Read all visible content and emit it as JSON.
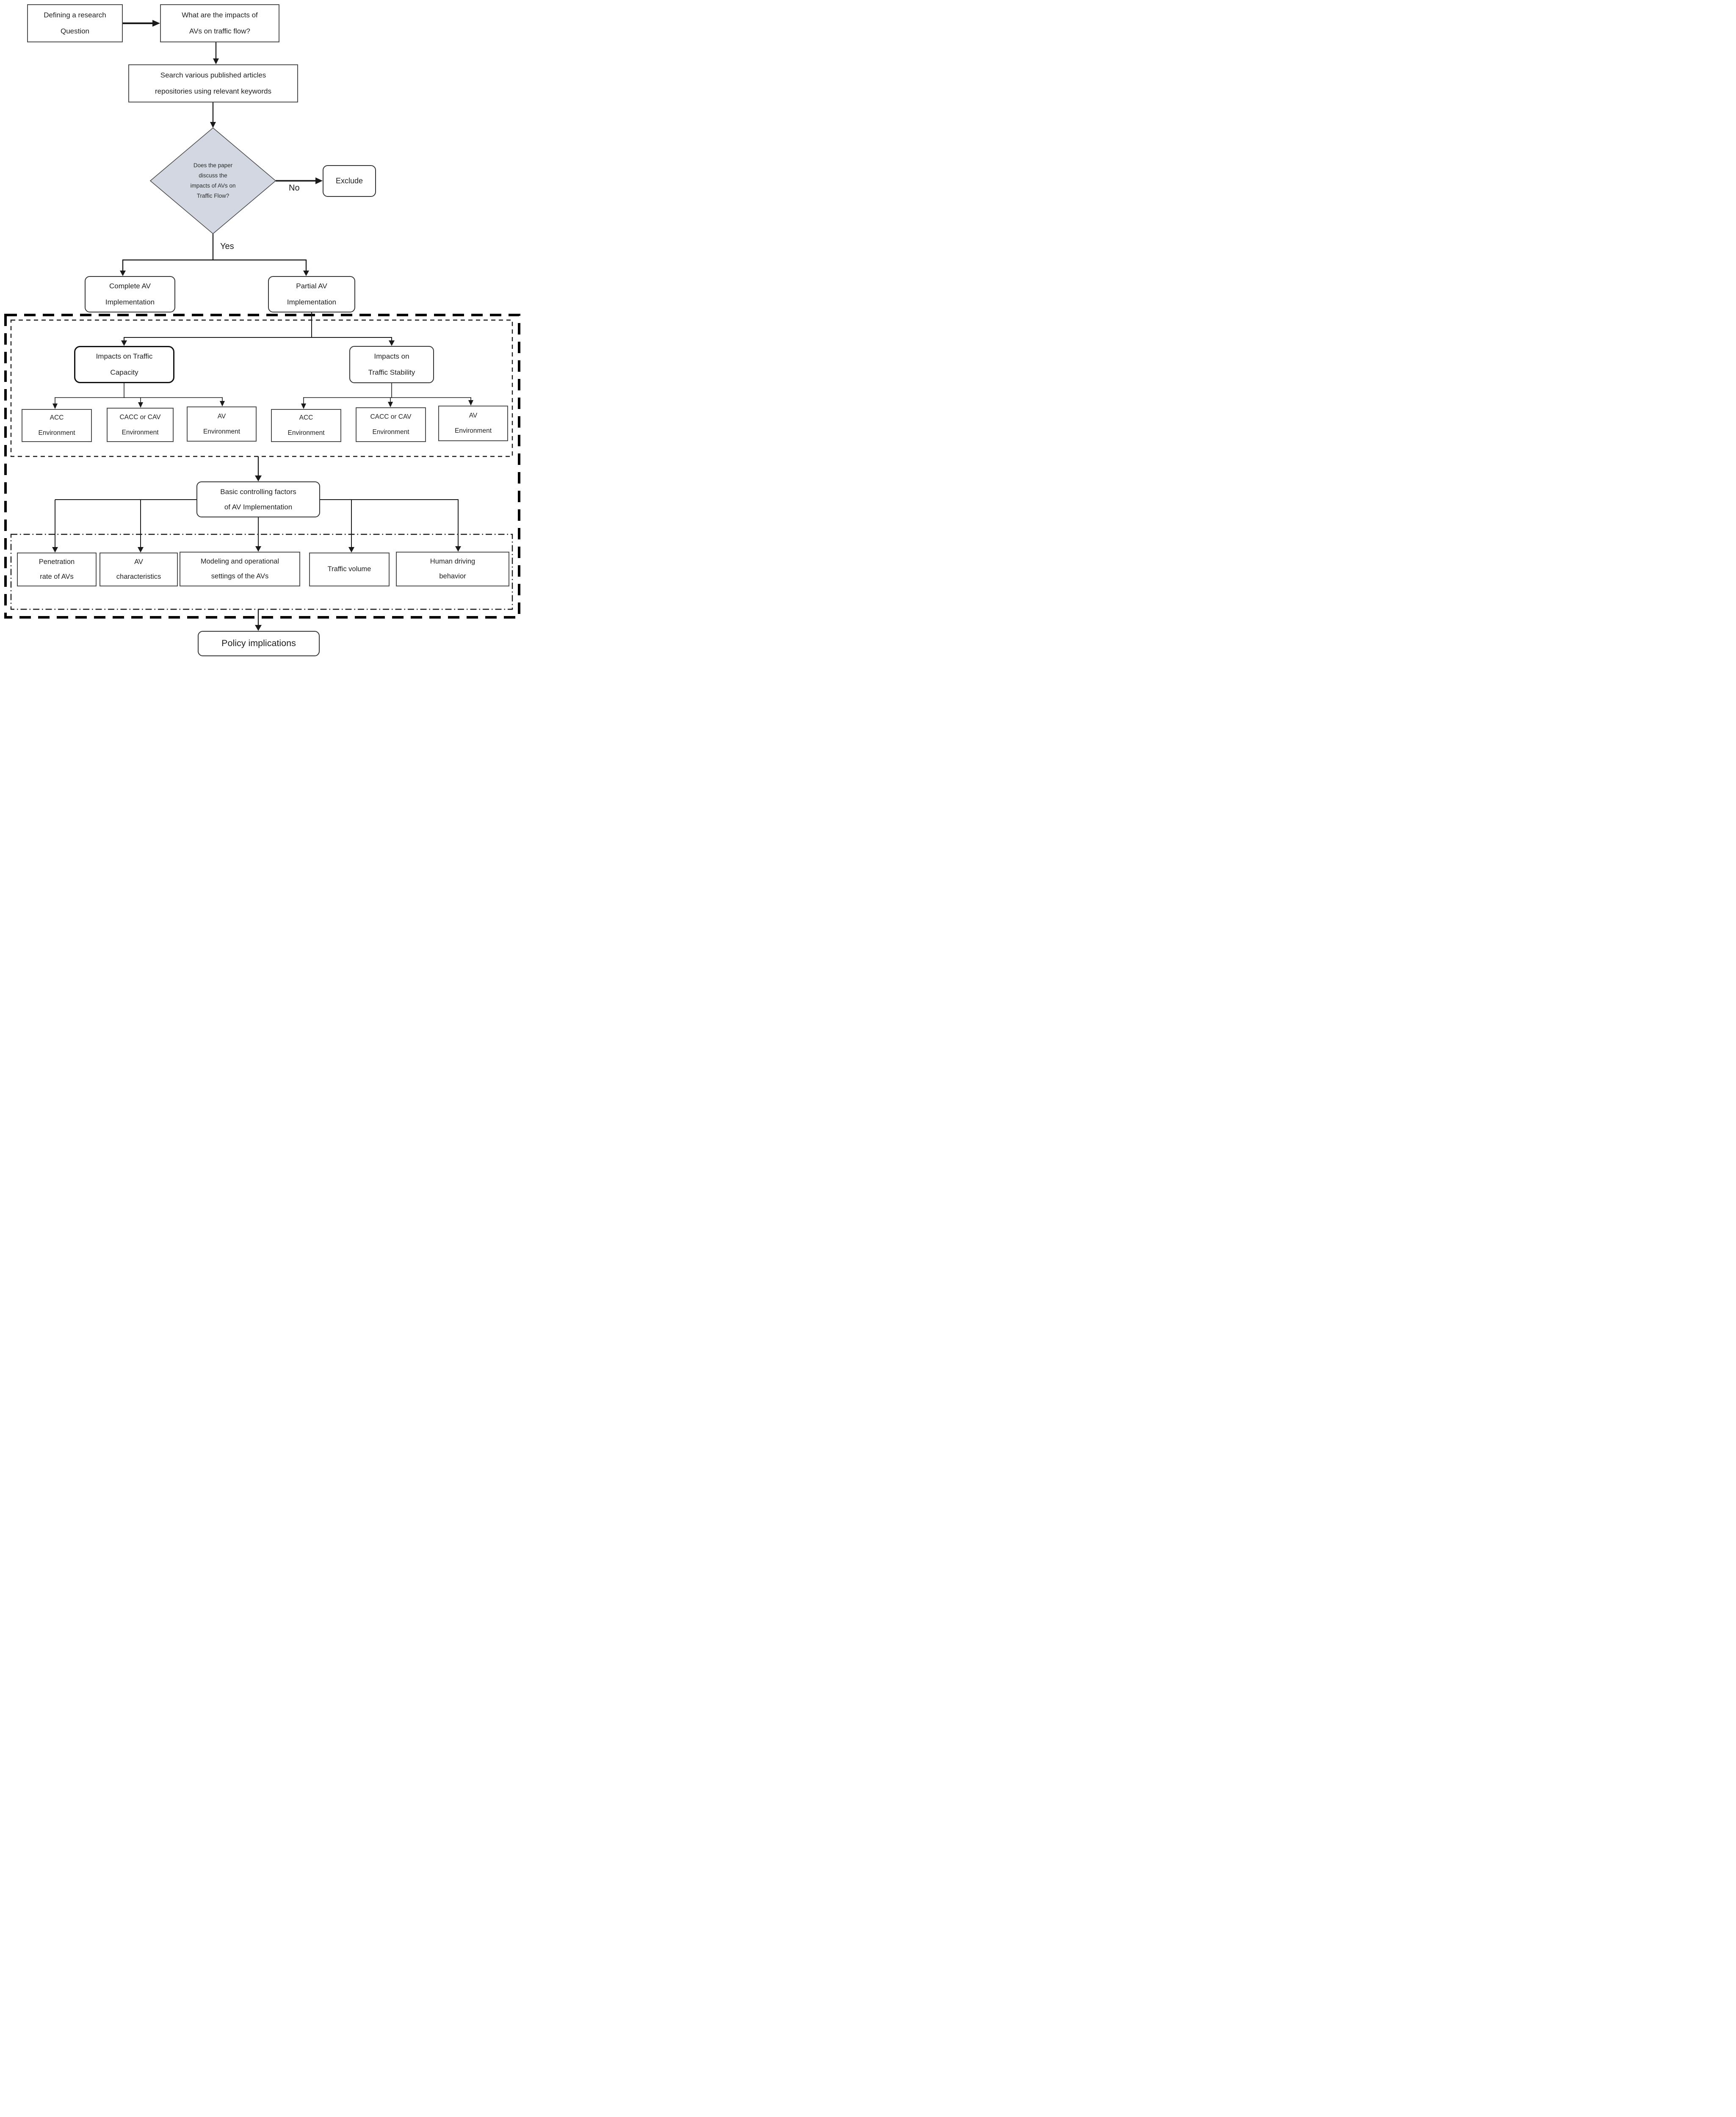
{
  "nodes": {
    "define": "Defining a research\nQuestion",
    "question": "What are the impacts of\nAVs on traffic flow?",
    "search": "Search various published articles\nrepositories using relevant keywords",
    "decision": "Does the paper\ndiscuss the\nimpacts of AVs on\nTraffic Flow?",
    "exclude": "Exclude",
    "complete": "Complete AV\nImplementation",
    "partial": "Partial AV\nImplementation",
    "capacity": "Impacts on Traffic\nCapacity",
    "stability": "Impacts on\nTraffic Stability",
    "capacity_children": [
      "ACC\nEnvironment",
      "CACC or CAV\nEnvironment",
      "AV\nEnvironment"
    ],
    "stability_children": [
      "ACC\nEnvironment",
      "CACC or CAV\nEnvironment",
      "AV\nEnvironment"
    ],
    "basic": "Basic controlling factors\nof AV Implementation",
    "factors": [
      "Penetration\nrate of AVs",
      "AV\ncharacteristics",
      "Modeling and operational\nsettings of the AVs",
      "Traffic volume",
      "Human driving\nbehavior"
    ],
    "policy": "Policy implications"
  },
  "edge_labels": {
    "no": "No",
    "yes": "Yes"
  },
  "colors": {
    "decision_fill": "#d2d7e1",
    "line": "#1a1a1a",
    "box_border": "#4d4d4d",
    "background": "#ffffff"
  }
}
